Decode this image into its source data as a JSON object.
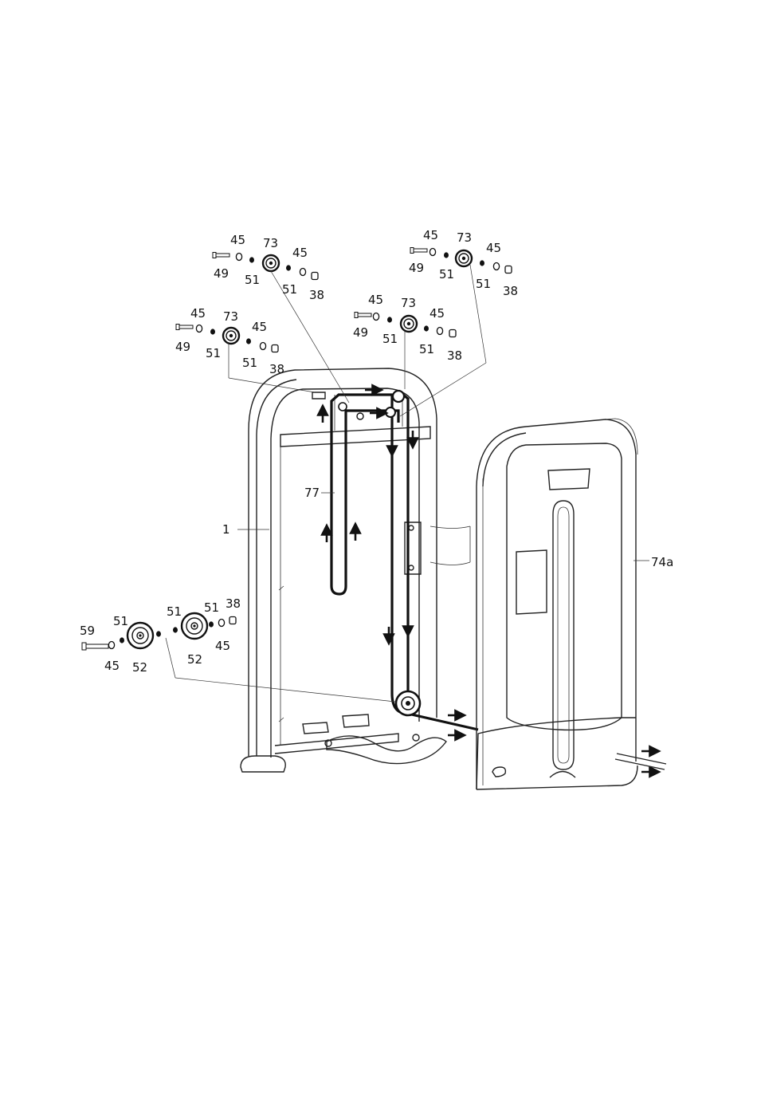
{
  "labels": {
    "frame": "1",
    "cable": "77",
    "shroud": "74a",
    "washer": "45",
    "pulley": "73",
    "bolt": "49",
    "bushing": "51",
    "nut": "38",
    "bolt_long": "59",
    "pulley_large": "52"
  },
  "colors": {
    "ink": "#111111",
    "background": "#ffffff"
  }
}
